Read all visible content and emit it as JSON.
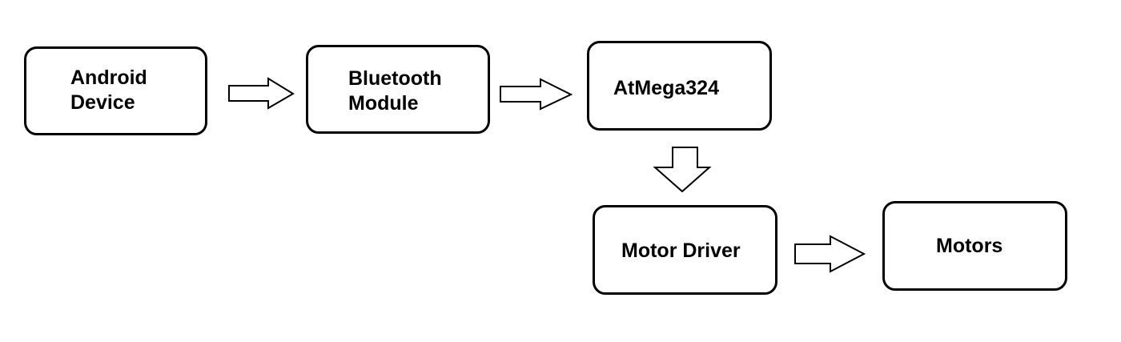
{
  "diagram": {
    "nodes": {
      "android": {
        "line1": "Android",
        "line2": "Device"
      },
      "bluetooth": {
        "line1": "Bluetooth",
        "line2": "Module"
      },
      "atmega": {
        "label": "AtMega324"
      },
      "motor_driver": {
        "label": "Motor Driver"
      },
      "motors": {
        "label": "Motors"
      }
    },
    "edges": [
      {
        "from": "Android Device",
        "to": "Bluetooth Module"
      },
      {
        "from": "Bluetooth Module",
        "to": "AtMega324"
      },
      {
        "from": "AtMega324",
        "to": "Motor Driver"
      },
      {
        "from": "Motor Driver",
        "to": "Motors"
      }
    ]
  }
}
